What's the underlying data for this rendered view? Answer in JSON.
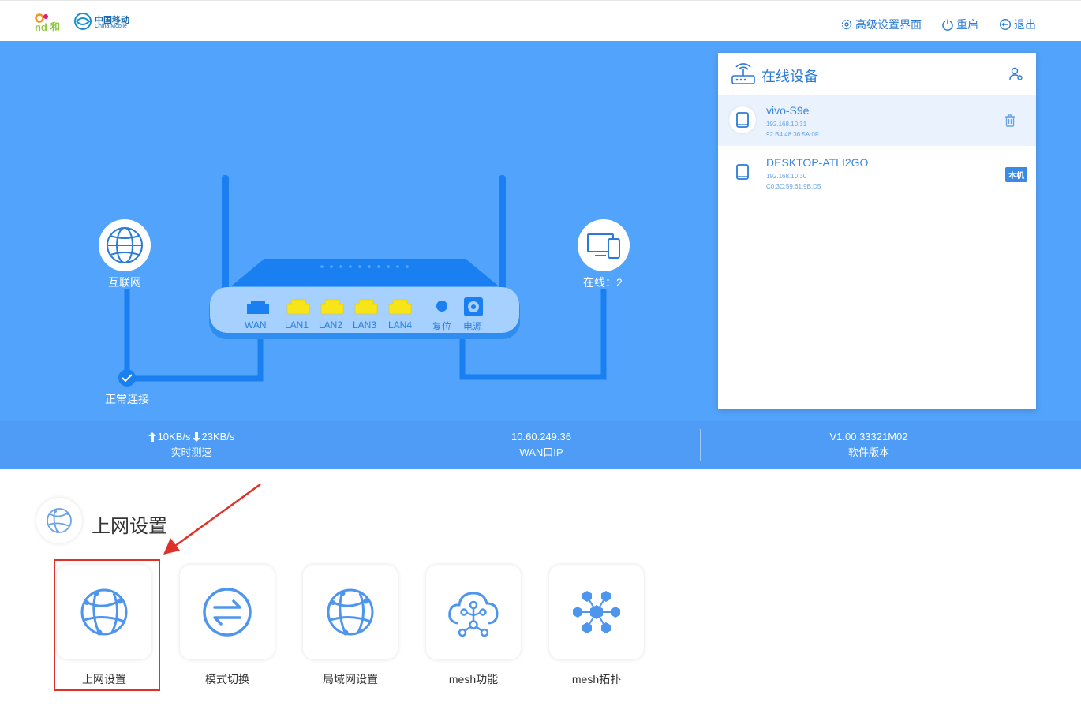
{
  "header": {
    "logo_and_text": "and和",
    "logo_cm_cn": "中国移动",
    "logo_cm_en": "China Mobile",
    "advanced_label": "高级设置界面",
    "restart_label": "重启",
    "logout_label": "退出"
  },
  "diagram": {
    "internet_label": "互联网",
    "connect_status": "正常连接",
    "online_label": "在线：2",
    "ports": [
      "WAN",
      "LAN1",
      "LAN2",
      "LAN3",
      "LAN4",
      "复位",
      "电源"
    ]
  },
  "stats": {
    "speed_value": "10KB/s",
    "speed_value2": "23KB/s",
    "speed_label": "实时测速",
    "wan_ip": "10.60.249.36",
    "wan_label": "WAN口IP",
    "version": "V1.00.33321M02",
    "version_label": "软件版本"
  },
  "panel": {
    "title": "在线设备",
    "devices": [
      {
        "name": "vivo-S9e",
        "ip": "192.168.10.31",
        "mac": "92:B4:48:36:5A:0F"
      },
      {
        "name": "DESKTOP-ATLI2GO",
        "ip": "192.168.10.30",
        "mac": "C0:3C:59:61:9B:D5",
        "badge": "本机"
      }
    ]
  },
  "section": {
    "title": "上网设置",
    "tiles": [
      {
        "label": "上网设置",
        "icon": "globe-network-icon"
      },
      {
        "label": "模式切换",
        "icon": "switch-arrows-icon"
      },
      {
        "label": "局域网设置",
        "icon": "lan-globe-icon"
      },
      {
        "label": "mesh功能",
        "icon": "cloud-mesh-icon"
      },
      {
        "label": "mesh拓扑",
        "icon": "hex-topology-icon"
      }
    ]
  },
  "colors": {
    "primary": "#52a3fb",
    "accent": "#2b7bd6",
    "lan_yellow": "#f7e51a",
    "highlight": "#e0302a"
  }
}
